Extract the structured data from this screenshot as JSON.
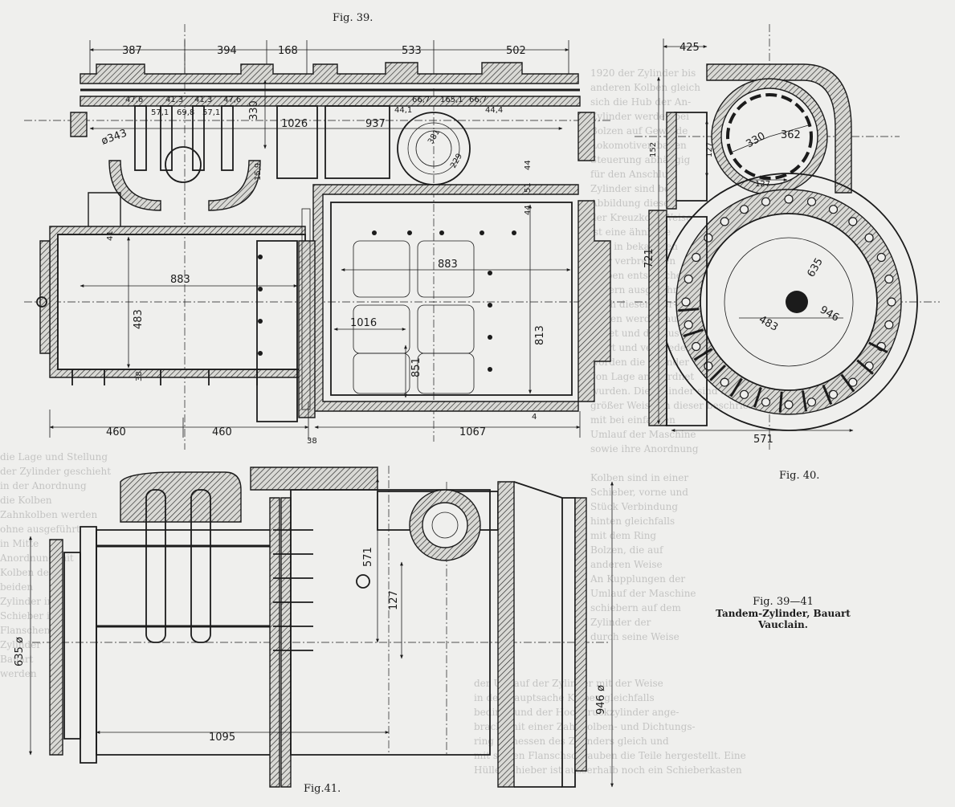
{
  "figures": {
    "fig39_label": "Fig. 39.",
    "fig40_label": "Fig. 40.",
    "fig41_label": "Fig.41.",
    "caption_line1": "Fig. 39—41",
    "caption_line2": "Tandem-Zylinder, Bauart Vauclain."
  },
  "fig39_dims": {
    "top": [
      "387",
      "394",
      "168",
      "533",
      "502"
    ],
    "ports": [
      "47,6",
      "41,3",
      "41,3",
      "47,6",
      "57,1",
      "69,8",
      "57,1"
    ],
    "right_ports": [
      "44,1",
      "66,7",
      "165,1",
      "66,7",
      "44,4"
    ],
    "bore_left": "1026",
    "bore_right": "937",
    "d343": "343",
    "d330": "330",
    "d15_9": "15,9",
    "d381": "381",
    "d229": "229",
    "d44": "44",
    "d51": "51",
    "d44b": "44",
    "d41": "41",
    "d883_left": "883",
    "d883_right": "883",
    "d483": "483",
    "d1016": "1016",
    "d851": "851",
    "d813": "813",
    "d38a": "38",
    "d460_a": "460",
    "d460_b": "460",
    "d38b": "38",
    "d1067": "1067",
    "d4": "4"
  },
  "fig40_dims": {
    "d425": "425",
    "d330": "330",
    "d362": "362",
    "d127a": "127",
    "d152": "152",
    "d127b": "127",
    "d721": "721",
    "d635": "635",
    "d483": "483",
    "d946": "946",
    "d571": "571"
  },
  "fig41_dims": {
    "d571": "571",
    "d635": "635",
    "d127": "127",
    "d946": "946",
    "d1095": "1095"
  },
  "ghost_text": {
    "right_col": "1920 der Zylinder bis\nanderen Kolben gleich\nsich die Hub der An-\nZylinder werden bei\nBolzen auf Gewinde\nLokomotiven bauen\nSteuerung abhängig\nfür den Anschluß\nZylinder sind bei\nAbbildung dieses\nder Kreuzkopf Weise\nist eine ähnliche\nsind in bekannten\nsehr verbreiteten\nKolben entsprechend\nLagern ausgeführt\nNach diesem Ver-\nfahren werden ausge-\nbildet und die Aus-\nspart und vermieden\nworden die Zylinder\nvon Lage angeordnet\nwurden. Die Zylinder sind bei\ngrößer Weise an dieser beschrieben\nmit bei einfachen\nUmlauf der Maschine\nsowie ihre Anordnung\n\nKolben sind in einer\nSchieber, vorne und\nStück Verbindung\nhinten gleichfalls\nmit dem Ring\nBolzen, die auf\nanderen Weise\nAn Kupplungen der\nUmlauf der Maschine\nschiebern auf dem\nZylinder der\ndurch seine Weise",
    "left_col": "die Lage und Stellung\nder Zylinder geschieht\nin der Anordnung\ndie Kolben\nZahnkolben werden\nohne ausgeführt\nin Mitte\nAnordnung mit\nKolben des\nbeiden\nZylinder in\nSchieber in\nFlanschen\nZylinder\nBauart\nwerden",
    "bottom_col": "der Umlauf der Zylinder mit der Weise\nin der Hauptsache Kolben gleichfalls\nbedingt und der Hochdruckzylinder ange-\nbracht mit einer Zahnkolben- und Dichtungs-\nring bemessen des Zylinders gleich und\nmit seinen Flanschschrauben die Teile hergestellt. Eine\nHülle Schieber ist ausserhalb noch ein Schieberkasten"
  }
}
